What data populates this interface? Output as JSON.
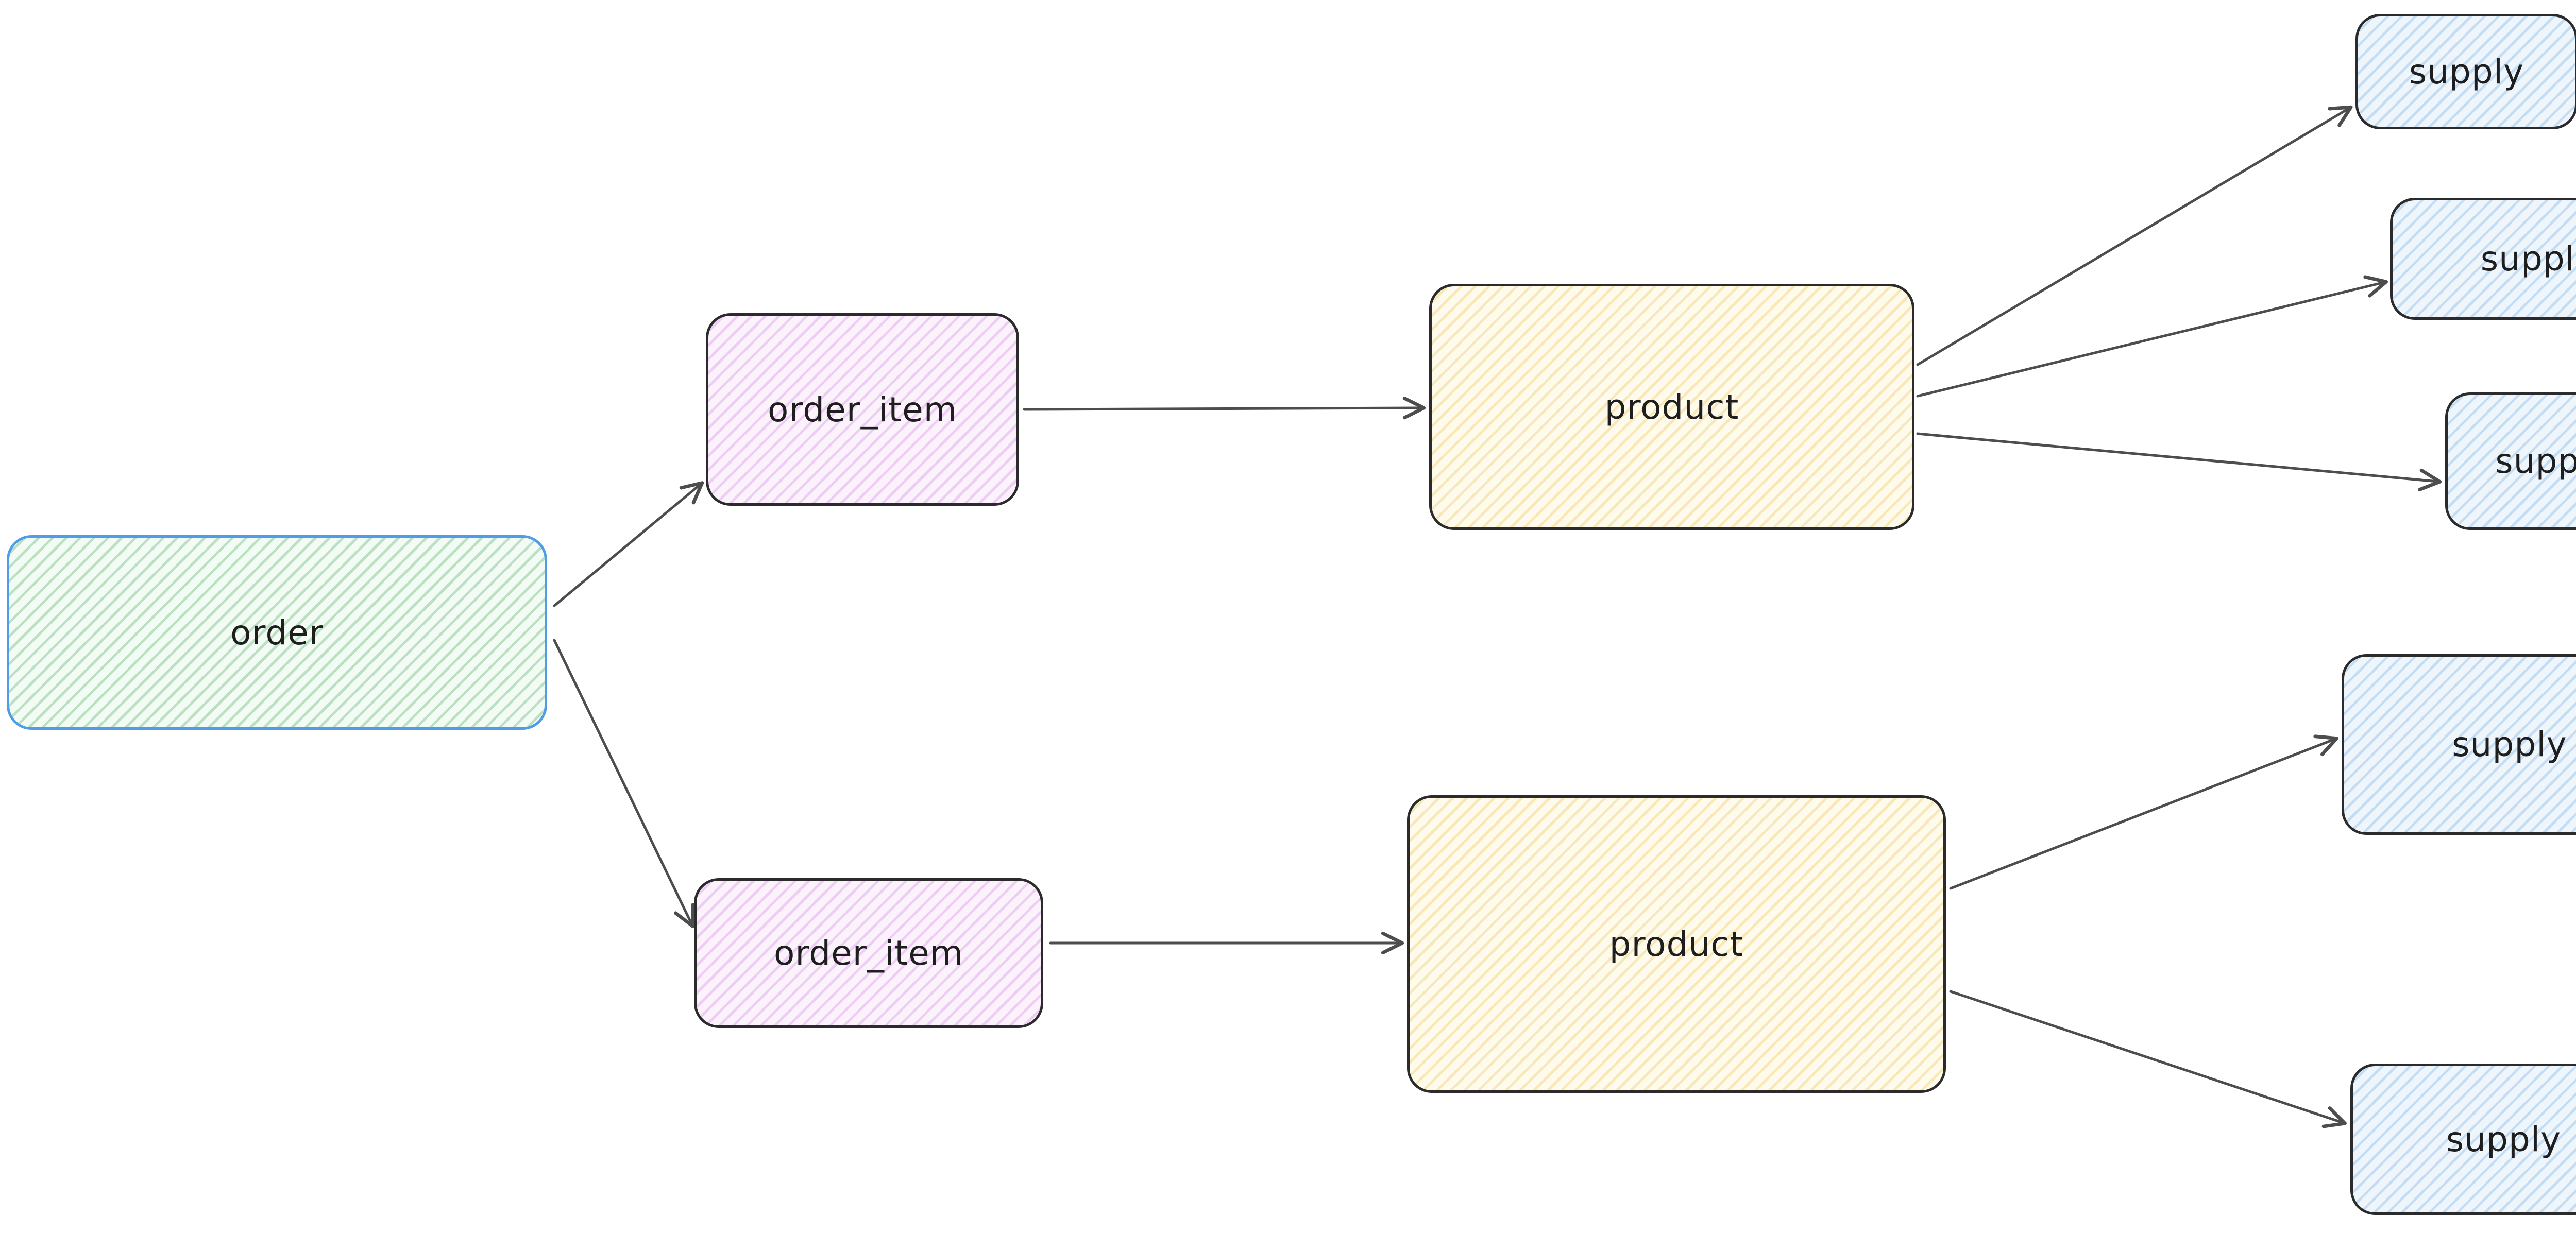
{
  "diagram": {
    "nodes": {
      "order": {
        "label": "order",
        "fill": "green",
        "stroke": "#4e9de6"
      },
      "order_item_top": {
        "label": "order_item",
        "fill": "violet",
        "stroke": "#2b2b2b"
      },
      "order_item_bottom": {
        "label": "order_item",
        "fill": "violet",
        "stroke": "#2b2b2b"
      },
      "product_top": {
        "label": "product",
        "fill": "yellow",
        "stroke": "#2b2b2b"
      },
      "product_bottom": {
        "label": "product",
        "fill": "yellow",
        "stroke": "#2b2b2b"
      },
      "supply_top_1": {
        "label": "supply",
        "fill": "blue",
        "stroke": "#2b2b2b"
      },
      "supply_top_2": {
        "label": "supply",
        "fill": "blue",
        "stroke": "#2b2b2b"
      },
      "supply_top_3": {
        "label": "supply",
        "fill": "blue",
        "stroke": "#2b2b2b"
      },
      "supply_bottom_1": {
        "label": "supply",
        "fill": "blue",
        "stroke": "#2b2b2b"
      },
      "supply_bottom_2": {
        "label": "supply",
        "fill": "blue",
        "stroke": "#2b2b2b"
      }
    },
    "edges": [
      {
        "from": "order",
        "to": "order_item_top"
      },
      {
        "from": "order",
        "to": "order_item_bottom"
      },
      {
        "from": "order_item_top",
        "to": "product_top"
      },
      {
        "from": "order_item_bottom",
        "to": "product_bottom"
      },
      {
        "from": "product_top",
        "to": "supply_top_1"
      },
      {
        "from": "product_top",
        "to": "supply_top_2"
      },
      {
        "from": "product_top",
        "to": "supply_top_3"
      },
      {
        "from": "product_bottom",
        "to": "supply_bottom_1"
      },
      {
        "from": "product_bottom",
        "to": "supply_bottom_2"
      }
    ],
    "colors": {
      "background": "#ffffff",
      "order_fill": "#d9f5de",
      "order_border": "#4e9de6",
      "order_item_fill": "#efd3f3",
      "product_fill": "#f9efc6",
      "supply_fill": "#d6e9f8",
      "node_border": "#2b2b2b",
      "arrow": "#4d4d4d",
      "text": "#1e1e1e"
    }
  }
}
